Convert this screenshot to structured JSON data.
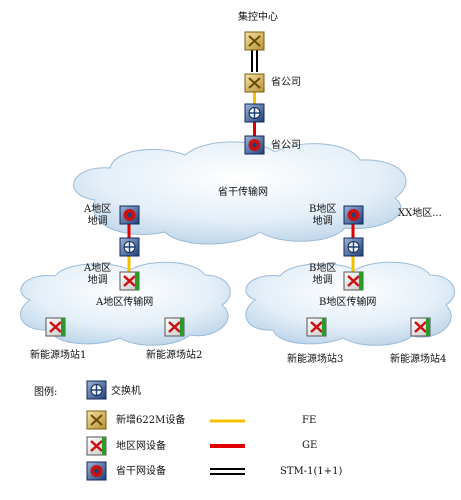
{
  "nodes": {
    "control_center": "集控中心",
    "province_company_1": "省公司",
    "province_company_2": "省公司",
    "a_region_dispatch_line1": "A地区",
    "a_region_dispatch_line2": "地调",
    "b_region_dispatch_line1": "B地区",
    "b_region_dispatch_line2": "地调",
    "a_region_access_line1": "A地区",
    "a_region_access_line2": "地调",
    "b_region_access_line1": "B地区",
    "b_region_access_line2": "地调",
    "xx_region": "XX地区..."
  },
  "clouds": {
    "province_backbone": "省干传输网",
    "a_region_network": "A地区传输网",
    "b_region_network": "B地区传输网"
  },
  "stations": [
    "新能源场站1",
    "新能源场站2",
    "新能源场站3",
    "新能源场站4"
  ],
  "legend": {
    "title": "图例:",
    "items": [
      {
        "icon": "switch-icon",
        "label": "交换机"
      },
      {
        "icon": "sdh-622m-icon",
        "label": "新增622M设备"
      },
      {
        "icon": "regional-network-device-icon",
        "label": "地区网设备"
      },
      {
        "icon": "provincial-network-device-icon",
        "label": "省干网设备"
      }
    ],
    "lines": [
      {
        "label": "FE",
        "color": "#f5c000"
      },
      {
        "label": "GE",
        "color": "#e00000"
      },
      {
        "label": "STM-1(1+1)",
        "color": "#000000"
      }
    ]
  },
  "colors": {
    "fe_line": "#f5c000",
    "ge_line": "#e00000",
    "stm_line": "#000000",
    "cloud_fill": "#d9e9f5",
    "gold_device": "#d8b85a",
    "red_device": "#cc1111"
  }
}
